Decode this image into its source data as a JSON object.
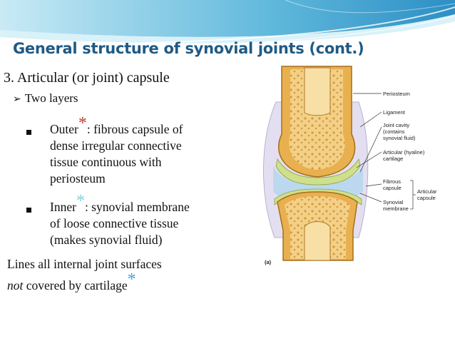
{
  "slide": {
    "title": "General structure of synovial joints (cont.)",
    "heading": "3. Articular (or joint) capsule",
    "sub_bullet": "Two layers",
    "outer": {
      "term": "Outer",
      "asterisk": "*",
      "after": ":  fibrous capsule of",
      "lines": [
        "dense irregular connective",
        "tissue continuous with",
        "periosteum"
      ]
    },
    "inner": {
      "term": "Inner",
      "asterisk": "*",
      "after": ": synovial membrane",
      "lines": [
        "of loose connective tissue",
        "(makes synovial fluid)"
      ]
    },
    "para_line1": "Lines all internal joint surfaces",
    "para_line2_italic": "not",
    "para_line2_rest": " covered by cartilage",
    "para_asterisk": "*"
  },
  "diagram": {
    "labels": {
      "periosteum": "Periosteum",
      "ligament": "Ligament",
      "joint_cavity_1": "Joint cavity",
      "joint_cavity_2": "(contains",
      "joint_cavity_3": "synovial fluid)",
      "cartilage_1": "Articular (hyaline)",
      "cartilage_2": "cartilage",
      "fibrous_1": "Fibrous",
      "fibrous_2": "capsule",
      "synovial_1": "Synovial",
      "synovial_2": "membrane",
      "articular_capsule_1": "Articular",
      "articular_capsule_2": "capsule",
      "panel": "(a)"
    }
  },
  "colors": {
    "title": "#1f5a85",
    "asterisk_outer": "#c0392b",
    "asterisk_inner": "#7fd1e0",
    "asterisk_para": "#3fa9d8",
    "bone": "#e8b45a",
    "cartilage": "#cfe08a",
    "synovial_fluid": "#bcd8ee"
  }
}
